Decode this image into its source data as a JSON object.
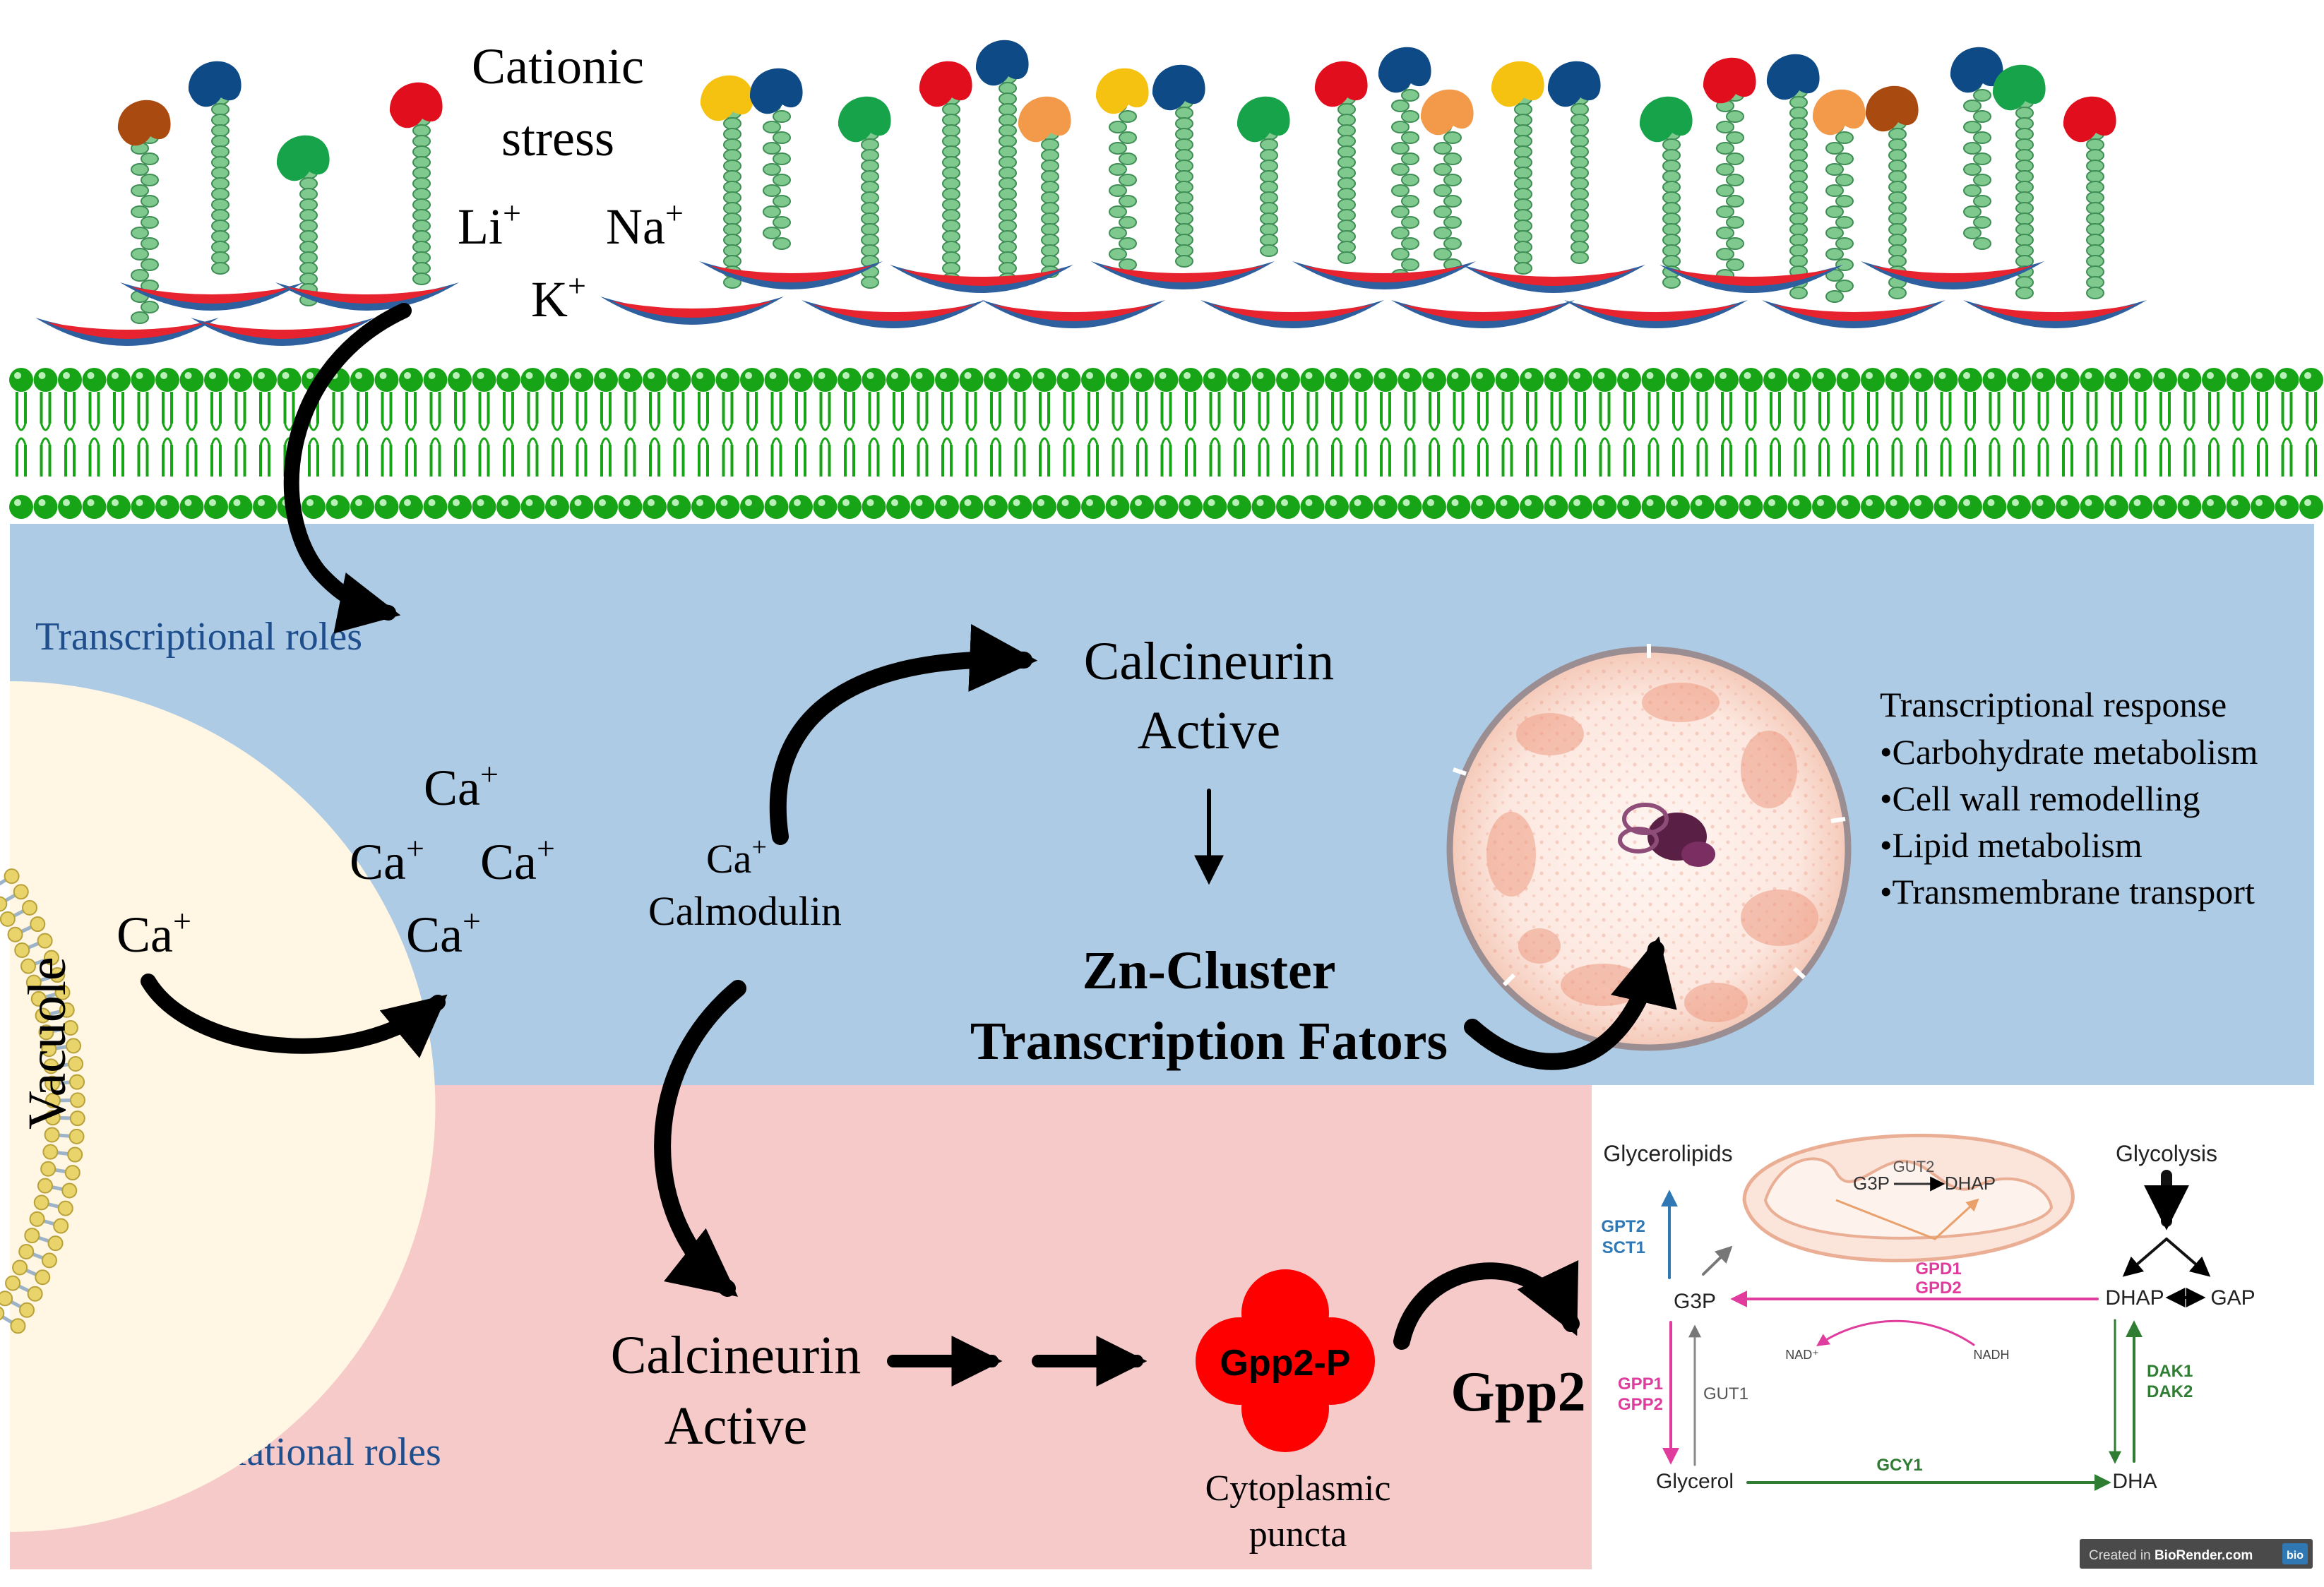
{
  "stress": {
    "title_line1": "Cationic",
    "title_line2": "stress",
    "ion_li": "Li",
    "ion_na": "Na",
    "ion_k": "K",
    "charge": "+"
  },
  "zones": {
    "transcriptional": "Transcriptional roles",
    "post_translational": "Post-translational roles"
  },
  "vacuole": {
    "label": "Vacuole",
    "ca_inside": "Ca",
    "ca_out_1": "Ca",
    "ca_out_2": "Ca",
    "ca_out_3": "Ca",
    "ca_out_4": "Ca",
    "charge": "+"
  },
  "calmodulin": {
    "ca": "Ca",
    "charge": "+",
    "label": "Calmodulin"
  },
  "calcineurin_top": {
    "line1": "Calcineurin",
    "line2": "Active"
  },
  "calcineurin_bottom": {
    "line1": "Calcineurin",
    "line2": "Active"
  },
  "zn_cluster": {
    "line1": "Zn-Cluster",
    "line2": "Transcription Fators"
  },
  "response": {
    "title": "Transcriptional response",
    "items": [
      "•Carbohydrate metabolism",
      "•Cell wall remodelling",
      "•Lipid metabolism",
      "•Transmembrane transport"
    ]
  },
  "gpp": {
    "phospho": "Gpp2-P",
    "product": "Gpp2",
    "location_line1": "Cytoplasmic",
    "location_line2": "puncta"
  },
  "pathway": {
    "glycerolipids": "Glycerolipids",
    "glycolysis": "Glycolysis",
    "gut2": "GUT2",
    "mito_g3p": "G3P",
    "mito_dhap": "DHAP",
    "gpt2": "GPT2",
    "sct1": "SCT1",
    "gpd1": "GPD1",
    "gpd2": "GPD2",
    "g3p": "G3P",
    "dhap": "DHAP",
    "gap": "GAP",
    "nad": "NAD⁺",
    "nadh": "NADH",
    "gpp1": "GPP1",
    "gpp2": "GPP2",
    "gut1": "GUT1",
    "dak1": "DAK1",
    "dak2": "DAK2",
    "glycerol": "Glycerol",
    "gcy1": "GCY1",
    "dha": "DHA",
    "credit_prefix": "Created in ",
    "credit_brand": "BioRender.com",
    "credit_logo": "bio"
  },
  "colors": {
    "blue_zone": "#AECBE6",
    "pink_zone": "#F7CACA",
    "membrane_green": "#17A517",
    "helix_green": "#7FC98E",
    "gpp_red": "#FF0000",
    "magenta": "#E03C9E",
    "pathway_blue": "#2F78B4",
    "pathway_green": "#2E7D32",
    "title_blue": "#1F4E8C"
  }
}
